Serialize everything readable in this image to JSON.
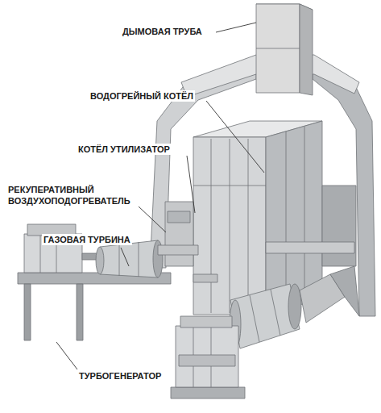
{
  "diagram": {
    "labels": [
      "ДЫМОВАЯ ТРУБА",
      "ВОДОГРЕЙНЫЙ КОТЁЛ",
      "КОТЁЛ УТИЛИЗАТОР",
      "РЕКУПЕРАТИВНЫЙ ВОЗДУХОПОДОГРЕВАТЕЛЬ",
      "ГАЗОВАЯ ТУРБИНА",
      "ТУРБОГЕНЕРАТОР"
    ]
  }
}
